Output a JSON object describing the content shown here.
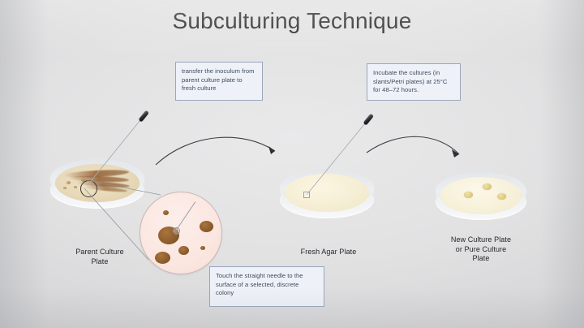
{
  "slide": {
    "title": "Subculturing Technique",
    "background_color": "#e2e2e3"
  },
  "callouts": [
    {
      "id": "transfer",
      "text": "transfer the inoculum from parent culture plate to fresh culture",
      "border_color": "#9aa6bb",
      "fill_color": "#eef2f8"
    },
    {
      "id": "incubate",
      "text": "Incubate the cultures (in slants/Petri plates) at 25°C for 48–72 hours.",
      "border_color": "#9aa6bb",
      "fill_color": "#eef2f8"
    },
    {
      "id": "touch",
      "text": "Touch the straight needle to the surface of a selected, discrete colony",
      "border_color": "#9aa6bb",
      "fill_color": "#eef2f8"
    }
  ],
  "plates": [
    {
      "id": "parent",
      "label": "Parent Culture\nPlate",
      "agar_color": "#e7d9b9",
      "streak_color": "#925d30",
      "colony_count": 4
    },
    {
      "id": "fresh",
      "label": "Fresh Agar Plate",
      "agar_color": "#f6efd6",
      "colony_count": 0
    },
    {
      "id": "new",
      "label": "New Culture Plate\nor  Pure Culture\nPlate",
      "agar_color": "#f7f1da",
      "colony_color": "#dfcc84",
      "colony_count": 3
    }
  ],
  "magnifier": {
    "id": "colony-magnifier",
    "fill_color": "#fbe6e0",
    "colony_color": "#8c5c2c",
    "colony_count": 7
  },
  "arrows": [
    {
      "id": "parent-to-fresh",
      "color": "#3c3f43"
    },
    {
      "id": "fresh-to-new",
      "color": "#3c3f43"
    }
  ],
  "needles": [
    {
      "id": "needle-parent",
      "handle_color": "#1b1d20"
    },
    {
      "id": "needle-fresh",
      "handle_color": "#1b1d20"
    },
    {
      "id": "needle-magnifier",
      "handle_color": "#9aa0a6"
    }
  ]
}
